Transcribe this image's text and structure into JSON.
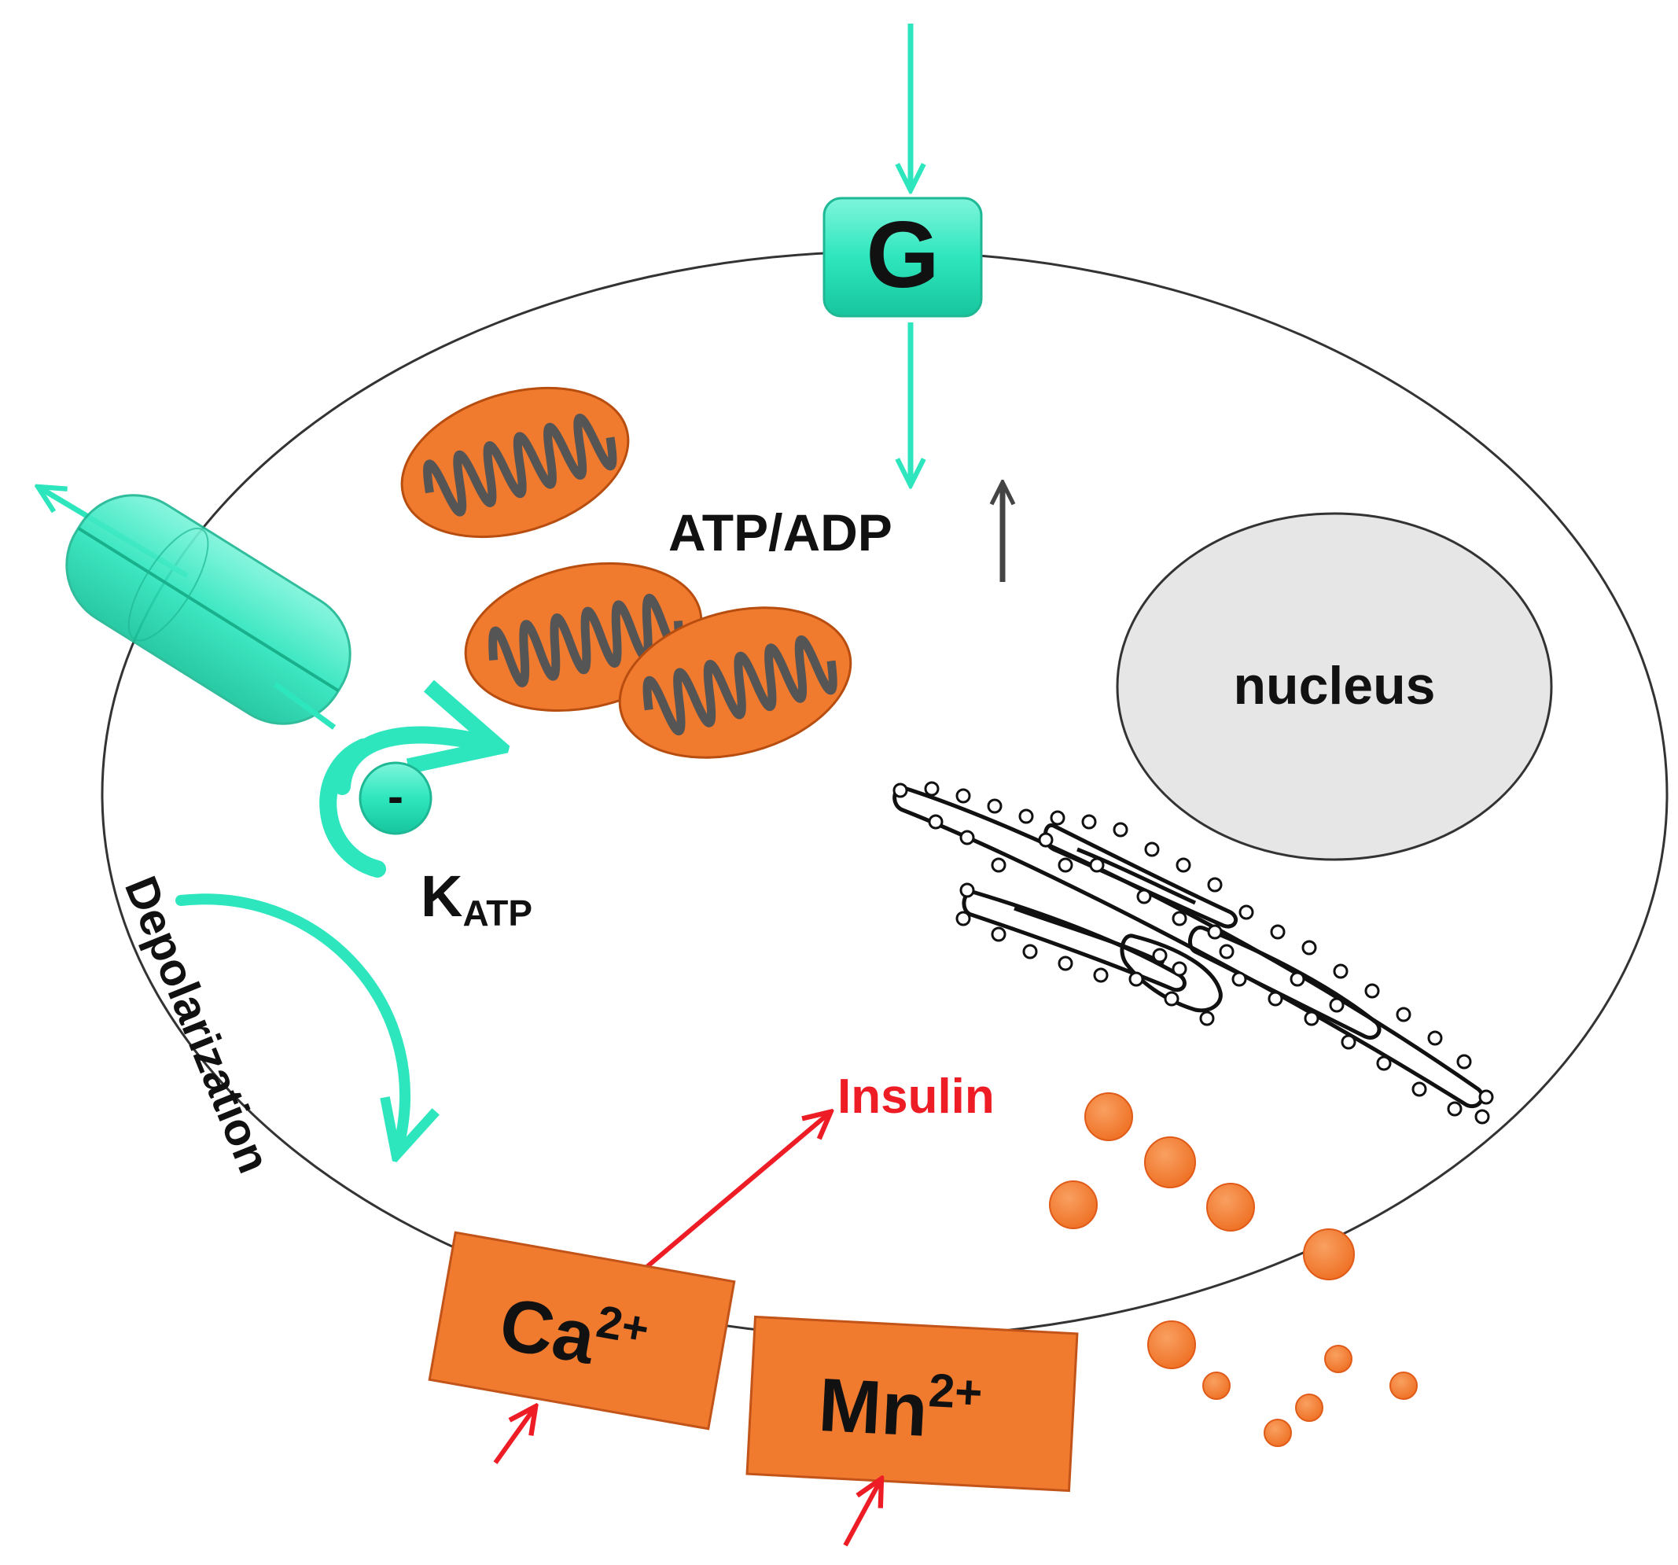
{
  "labels": {
    "g_transporter": "G",
    "atp_adp": "ATP/ADP",
    "nucleus": "nucleus",
    "katp_main": "K",
    "katp_sub": "ATP",
    "inhibition_sign": "-",
    "depolarization": "Depolarization",
    "insulin": "Insulin",
    "ca_base": "Ca",
    "ca_charge": "2+",
    "mn_base": "Mn",
    "mn_charge": "2+"
  },
  "colors": {
    "teal": "#2ee6bd",
    "teal_dark": "#1fc9a3",
    "orange": "#f07a2e",
    "orange_dark": "#e05a18",
    "red": "#ee1c24",
    "nucleus_fill": "#e6e6e6",
    "cristae": "#555555",
    "membrane": "#333333"
  },
  "icons": {
    "mitochondrion": "mitochondrion-icon",
    "er": "rough-endoplasmic-reticulum-icon",
    "katp_channel": "ion-channel-icon"
  }
}
